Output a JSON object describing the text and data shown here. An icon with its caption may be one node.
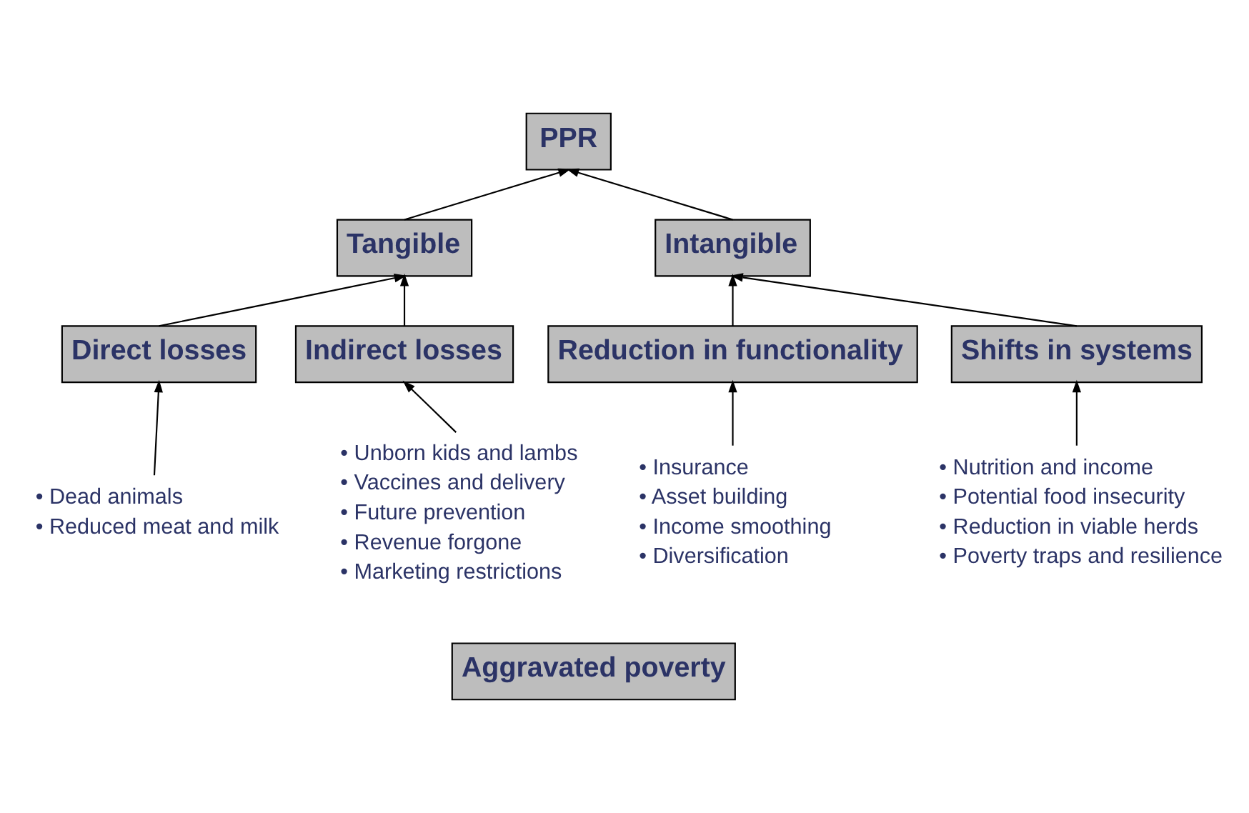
{
  "diagram": {
    "nodes": [
      {
        "text": [
          "PPR"
        ]
      },
      {
        "text": [
          "Tangible"
        ]
      },
      {
        "text": [
          "Intangible"
        ]
      },
      {
        "text": [
          "Direct losses"
        ]
      },
      {
        "text": [
          "Indirect losses"
        ]
      },
      {
        "text": [
          "Reduction in functionality"
        ]
      },
      {
        "text": [
          "Shifts in systems"
        ]
      },
      {
        "text": [
          "• Dead animals",
          "• Reduced meat and milk"
        ]
      },
      {
        "text": [
          "• Unborn kids and lambs",
          "• Vaccines and delivery",
          "• Future prevention",
          "• Revenue forgone",
          "• Marketing restrictions"
        ]
      },
      {
        "text": [
          "• Insurance",
          "• Asset building",
          "• Income smoothing",
          "• Diversification"
        ]
      },
      {
        "text": [
          "• Nutrition and income",
          "• Potential food insecurity",
          "• Reduction in viable herds",
          "• Poverty traps and resilience"
        ]
      },
      {
        "text": [
          "Aggravated poverty"
        ]
      }
    ],
    "edges": [
      {
        "from": 1,
        "to": 0,
        "arrow": "to"
      },
      {
        "from": 2,
        "to": 0,
        "arrow": "to"
      },
      {
        "from": 3,
        "to": 1,
        "arrow": "to"
      },
      {
        "from": 4,
        "to": 1,
        "arrow": "to"
      },
      {
        "from": 5,
        "to": 2,
        "arrow": "to"
      },
      {
        "from": 6,
        "to": 2,
        "arrow": "to"
      },
      {
        "from": 7,
        "to": 3,
        "arrow": "to"
      },
      {
        "from": 8,
        "to": 4,
        "arrow": "to"
      },
      {
        "from": 9,
        "to": 5,
        "arrow": "to"
      },
      {
        "from": 10,
        "to": 6,
        "arrow": "to"
      }
    ]
  }
}
